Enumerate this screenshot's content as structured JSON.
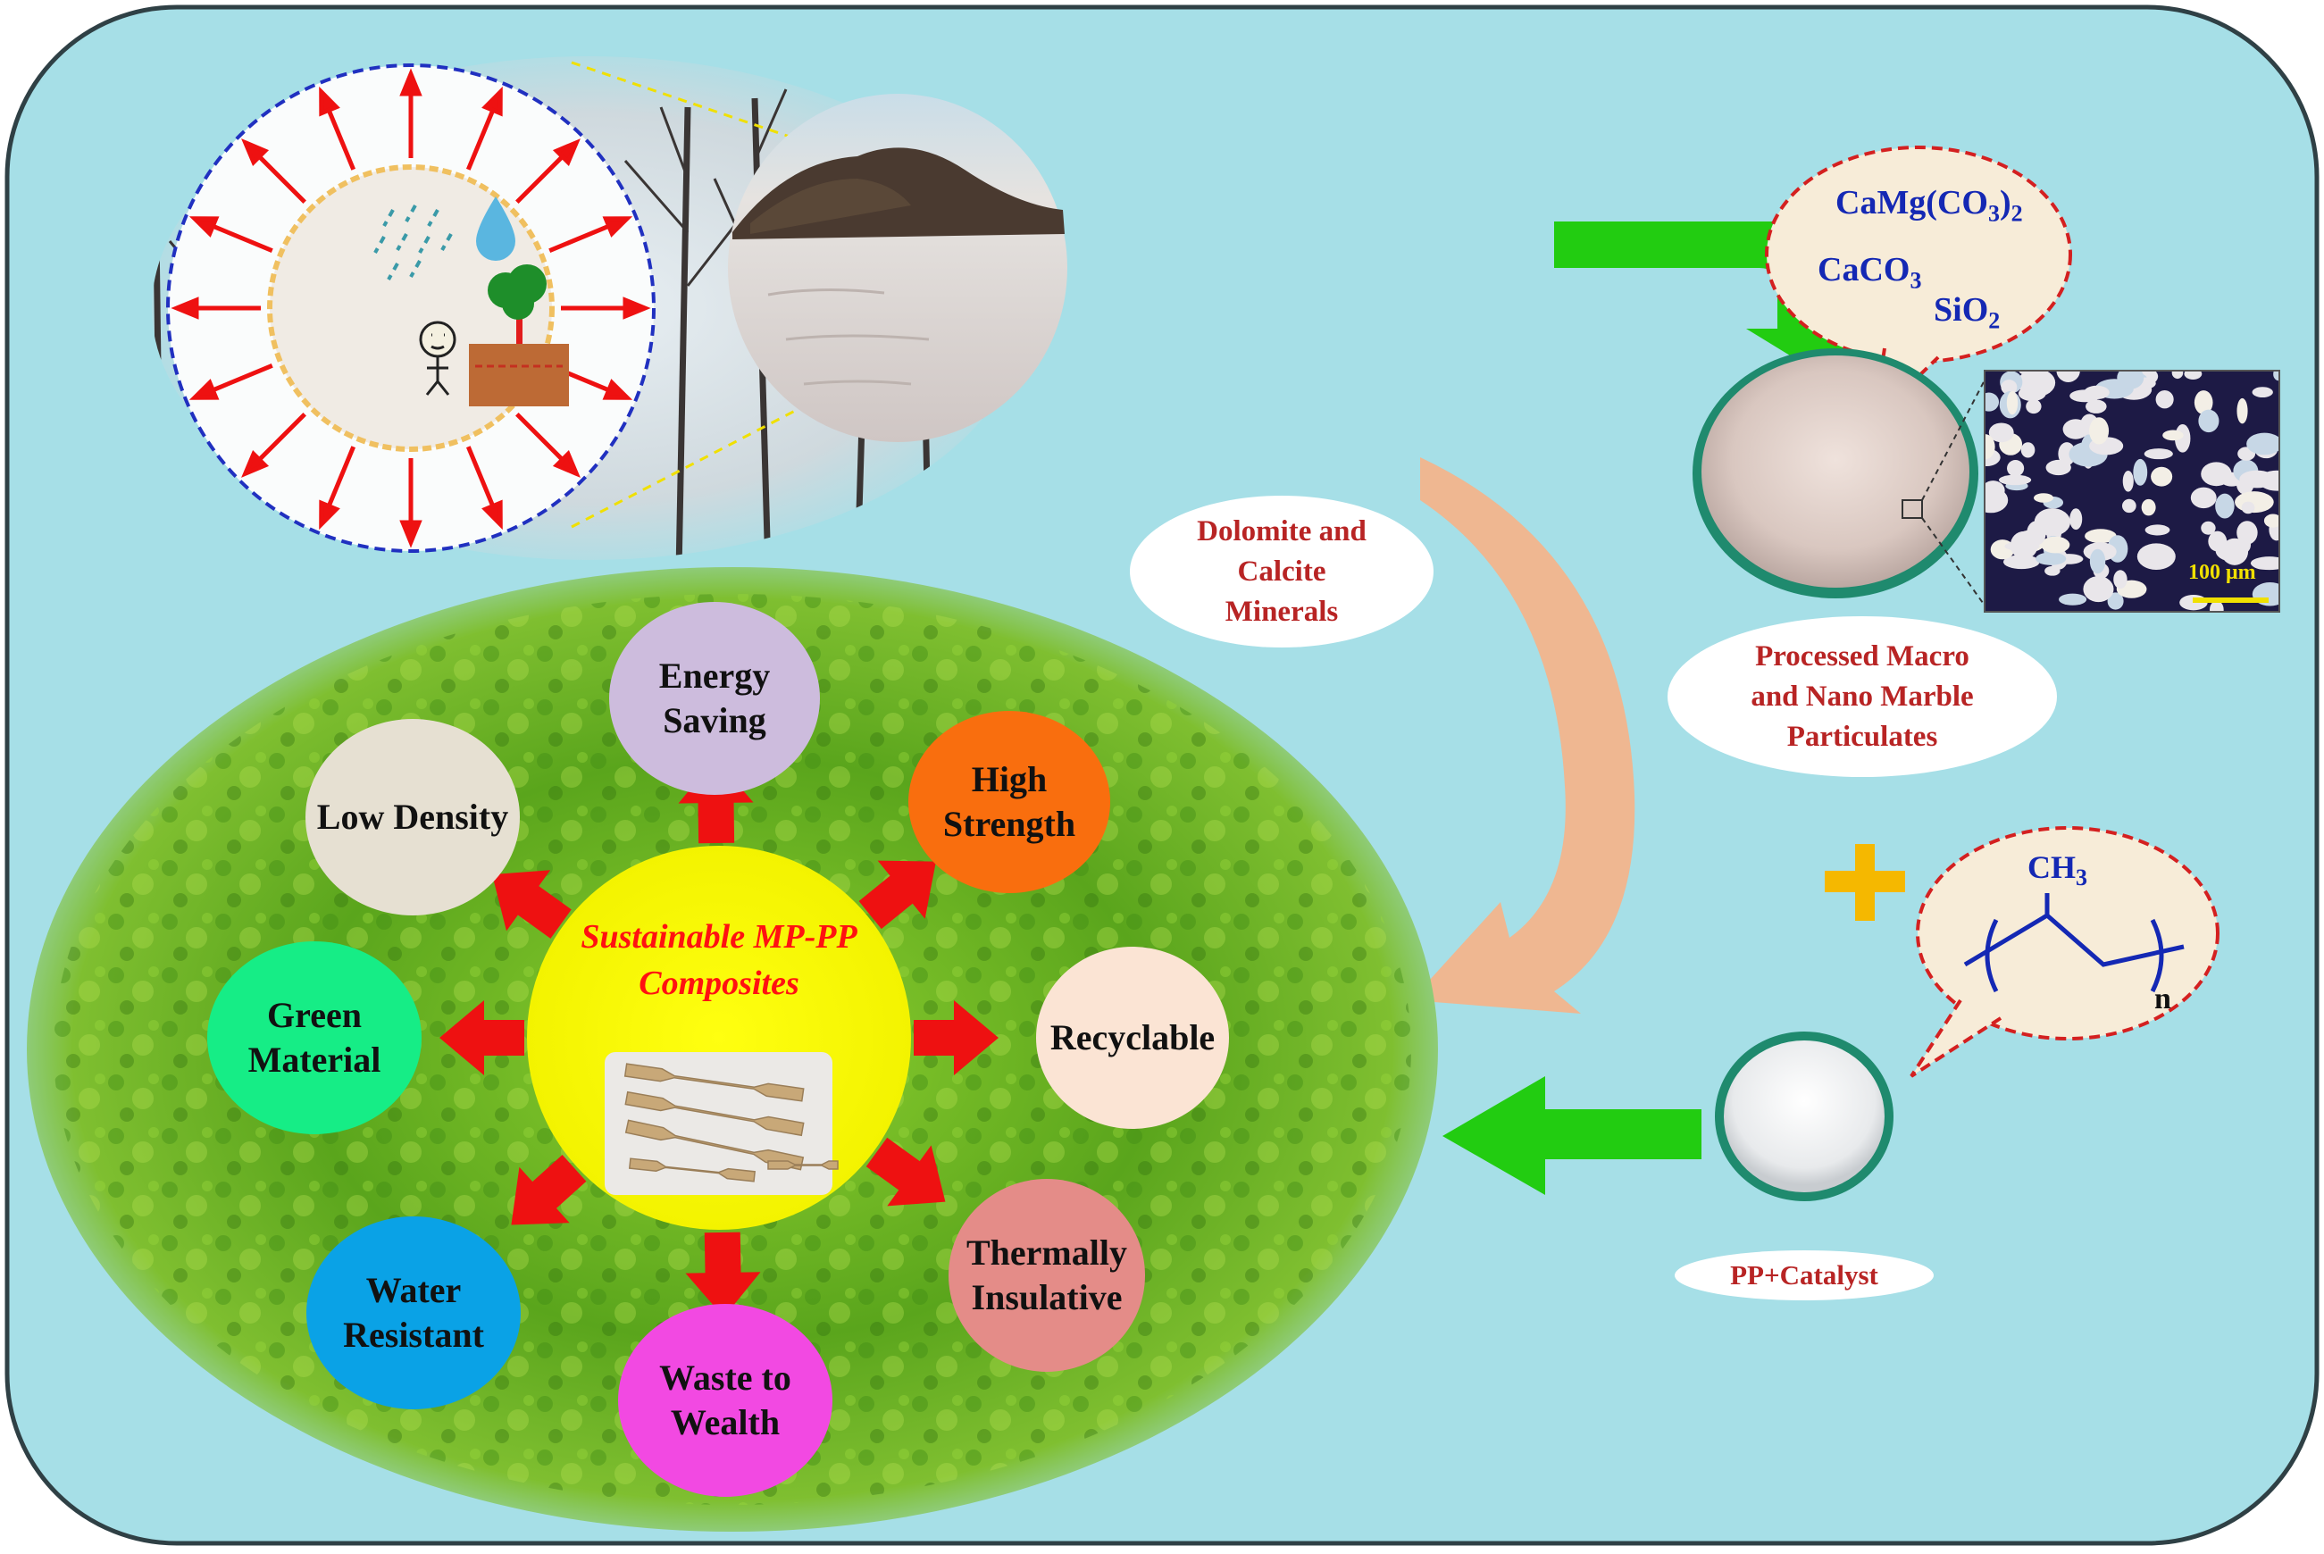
{
  "colors": {
    "background": "#a6dfe7",
    "frame": "#2f4045",
    "arrow_red": "#ee1111",
    "arrow_green": "#22cc11",
    "arrow_orange": "#f2b48c",
    "plus": "#f5b800",
    "dash_red": "#d42020",
    "formula_blue": "#1428b4",
    "center_yellow": "#fafa00",
    "center_text": "#ff1111"
  },
  "minerals": {
    "label_line1": "Dolomite and",
    "label_line2": "Calcite",
    "label_line3": "Minerals"
  },
  "powder": {
    "label_line1": "Processed Macro",
    "label_line2": "and Nano Marble",
    "label_line3": "Particulates",
    "formula1_main": "CaMg(CO",
    "formula1_sub": "3",
    "formula1_close": ")",
    "formula1_sub2": "2",
    "formula2_main": "CaCO",
    "formula2_sub": "3",
    "formula3_main": "SiO",
    "formula3_sub": "2",
    "scale_bar": "100 μm"
  },
  "polymer": {
    "label": "PP+Catalyst",
    "methyl": "CH",
    "methyl_sub": "3",
    "repeat": "n"
  },
  "center": {
    "title_line1": "Sustainable MP-PP",
    "title_line2": "Composites"
  },
  "properties": [
    {
      "line1": "Energy",
      "line2": "Saving",
      "color": "#cdbcdd",
      "icon": "energy-saving"
    },
    {
      "line1": "High",
      "line2": "Strength",
      "color": "#f96e0e",
      "icon": "high-strength"
    },
    {
      "line1": "Recyclable",
      "line2": "",
      "color": "#fbe4d4",
      "icon": "recyclable"
    },
    {
      "line1": "Thermally",
      "line2": "Insulative",
      "color": "#e48c88",
      "icon": "thermally-insulative"
    },
    {
      "line1": "Waste to",
      "line2": "Wealth",
      "color": "#f249e2",
      "icon": "waste-to-wealth"
    },
    {
      "line1": "Water",
      "line2": "Resistant",
      "color": "#0aa2e6",
      "icon": "water-resistant"
    },
    {
      "line1": "Green",
      "line2": "Material",
      "color": "#16ed86",
      "icon": "green-material"
    },
    {
      "line1": "Low Density",
      "line2": "",
      "color": "#e6e0d2",
      "icon": "low-density"
    }
  ]
}
